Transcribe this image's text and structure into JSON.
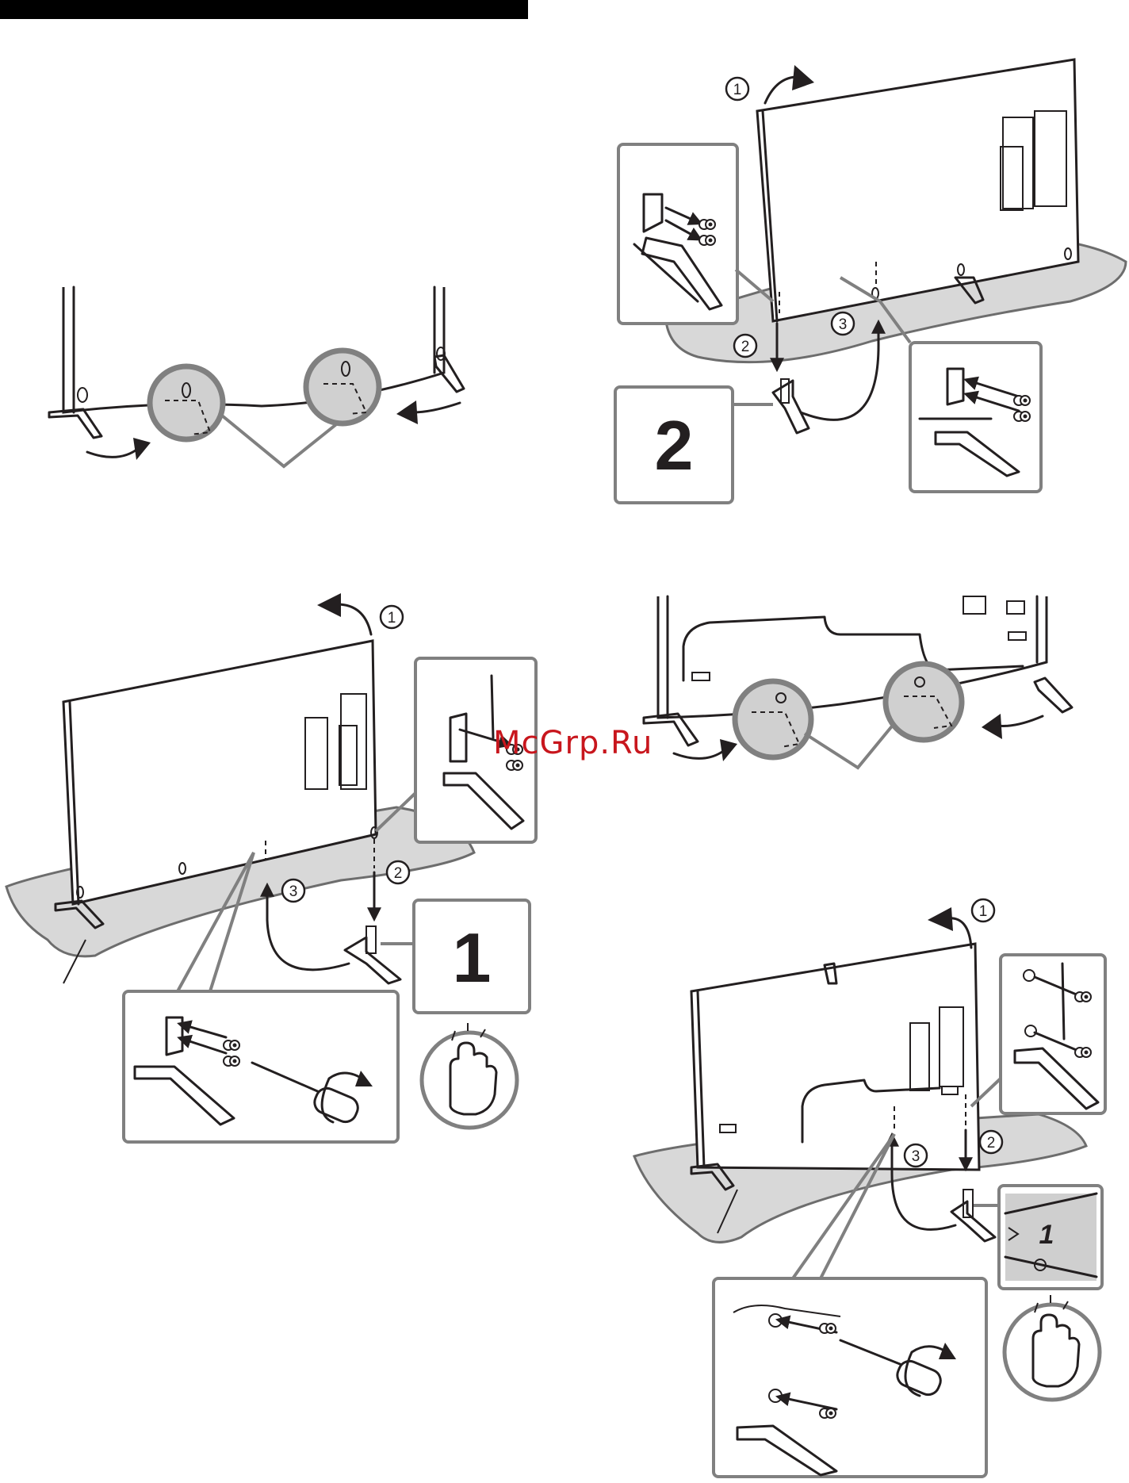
{
  "header_bar": {
    "color": "#000000"
  },
  "colors": {
    "line": "#231f20",
    "callout_border": "#808080",
    "highlight_fill": "#d0d0d0",
    "base_fill": "#d8d8d8",
    "watermark": "#c8161d"
  },
  "watermark": {
    "text": "McGrp.Ru"
  },
  "steps": {
    "top_right": {
      "big_number": "2",
      "markers": [
        "1",
        "2",
        "3"
      ]
    },
    "mid_left": {
      "big_number": "1",
      "markers": [
        "1",
        "2",
        "3"
      ]
    },
    "bottom_right": {
      "markers": [
        "1",
        "2",
        "3"
      ],
      "panel_glyph": "1"
    }
  },
  "icons": [
    "hand-press-icon",
    "rotate-arrow-icon",
    "screwdriver-icon",
    "screw-icon"
  ]
}
